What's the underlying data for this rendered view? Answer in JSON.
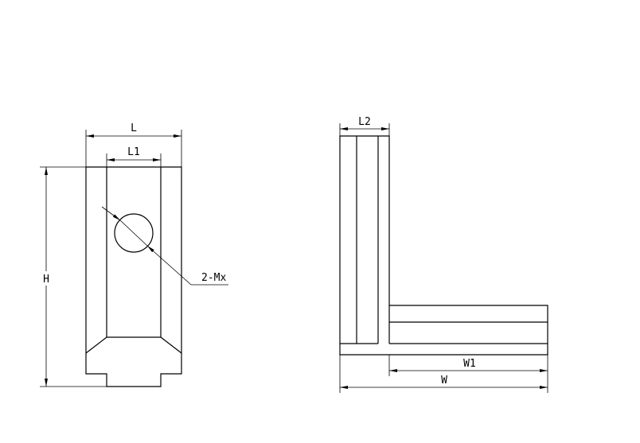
{
  "front_view": {
    "dim_L": "L",
    "dim_L1": "L1",
    "dim_H": "H",
    "hole_callout": "2-Mx"
  },
  "side_view": {
    "dim_L2": "L2",
    "dim_W1": "W1",
    "dim_W": "W"
  },
  "colors": {
    "line": "#000000",
    "background": "#ffffff"
  }
}
